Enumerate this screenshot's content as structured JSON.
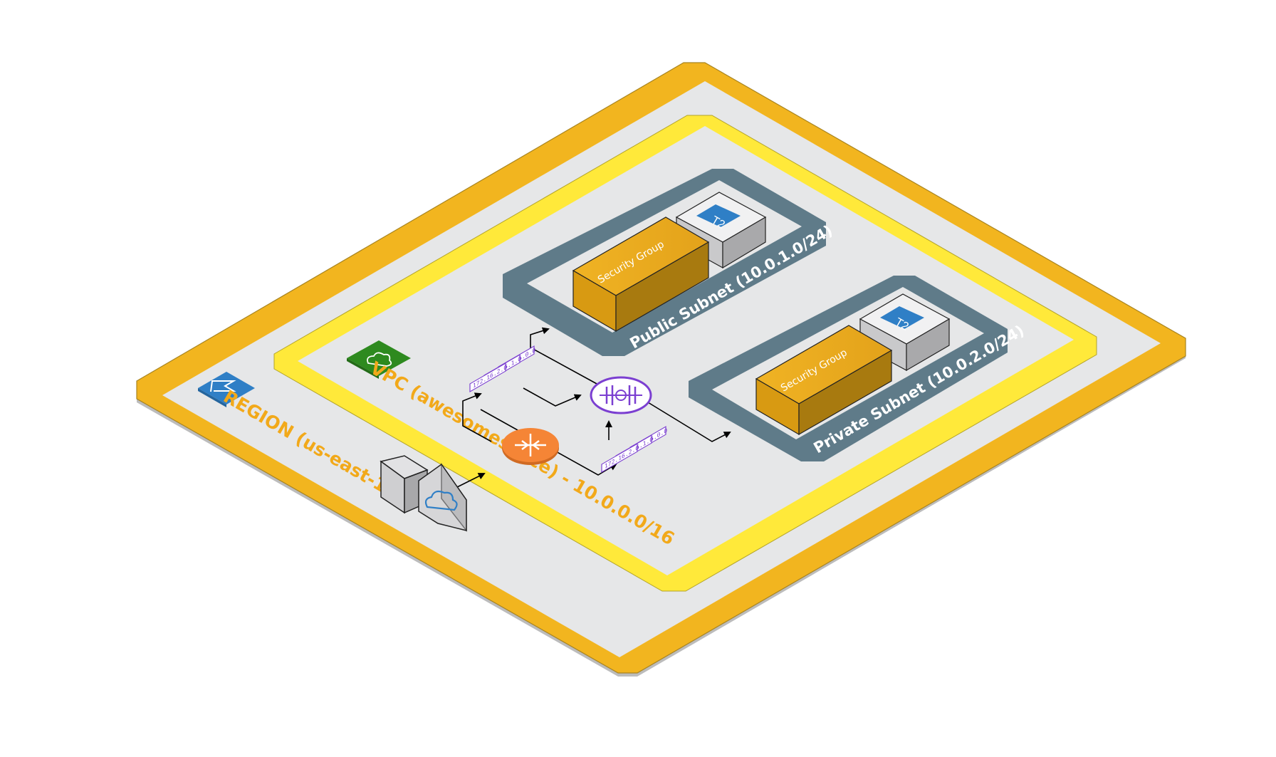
{
  "region": {
    "label": "REGION (us-east-1)"
  },
  "vpc": {
    "label": "VPC (awesomesauce) - 10.0.0.0/16"
  },
  "public_subnet": {
    "label": "Public Subnet (10.0.1.0/24)",
    "security_group": "Security Group",
    "instance_type": "T2"
  },
  "private_subnet": {
    "label": "Private Subnet (10.0.2.0/24)",
    "security_group": "Security Group",
    "instance_type": "T2"
  },
  "route_table_1": {
    "rows": [
      "172.16.0.0",
      "172.16.1.0",
      "172.16.2.0"
    ]
  },
  "route_table_2": {
    "rows": [
      "172.16.0.0",
      "172.16.1.0",
      "172.16.2.0"
    ]
  },
  "icons": {
    "region": "region-flag-icon",
    "vpc": "vpc-cloud-icon",
    "router": "vpc-router-icon",
    "nacl": "network-acl-icon",
    "gateway": "internet-gateway-icon",
    "instance": "ec2-t2-instance-icon"
  },
  "colors": {
    "region_border": "#f2b51f",
    "vpc_border": "#ffe93a",
    "subnet_border": "#5f7b89",
    "panel_fill": "#e6e7e8",
    "security_group": "#e6a513",
    "router": "#f58536",
    "route_table": "#7b3fd1",
    "region_label": "#f2a91a"
  }
}
